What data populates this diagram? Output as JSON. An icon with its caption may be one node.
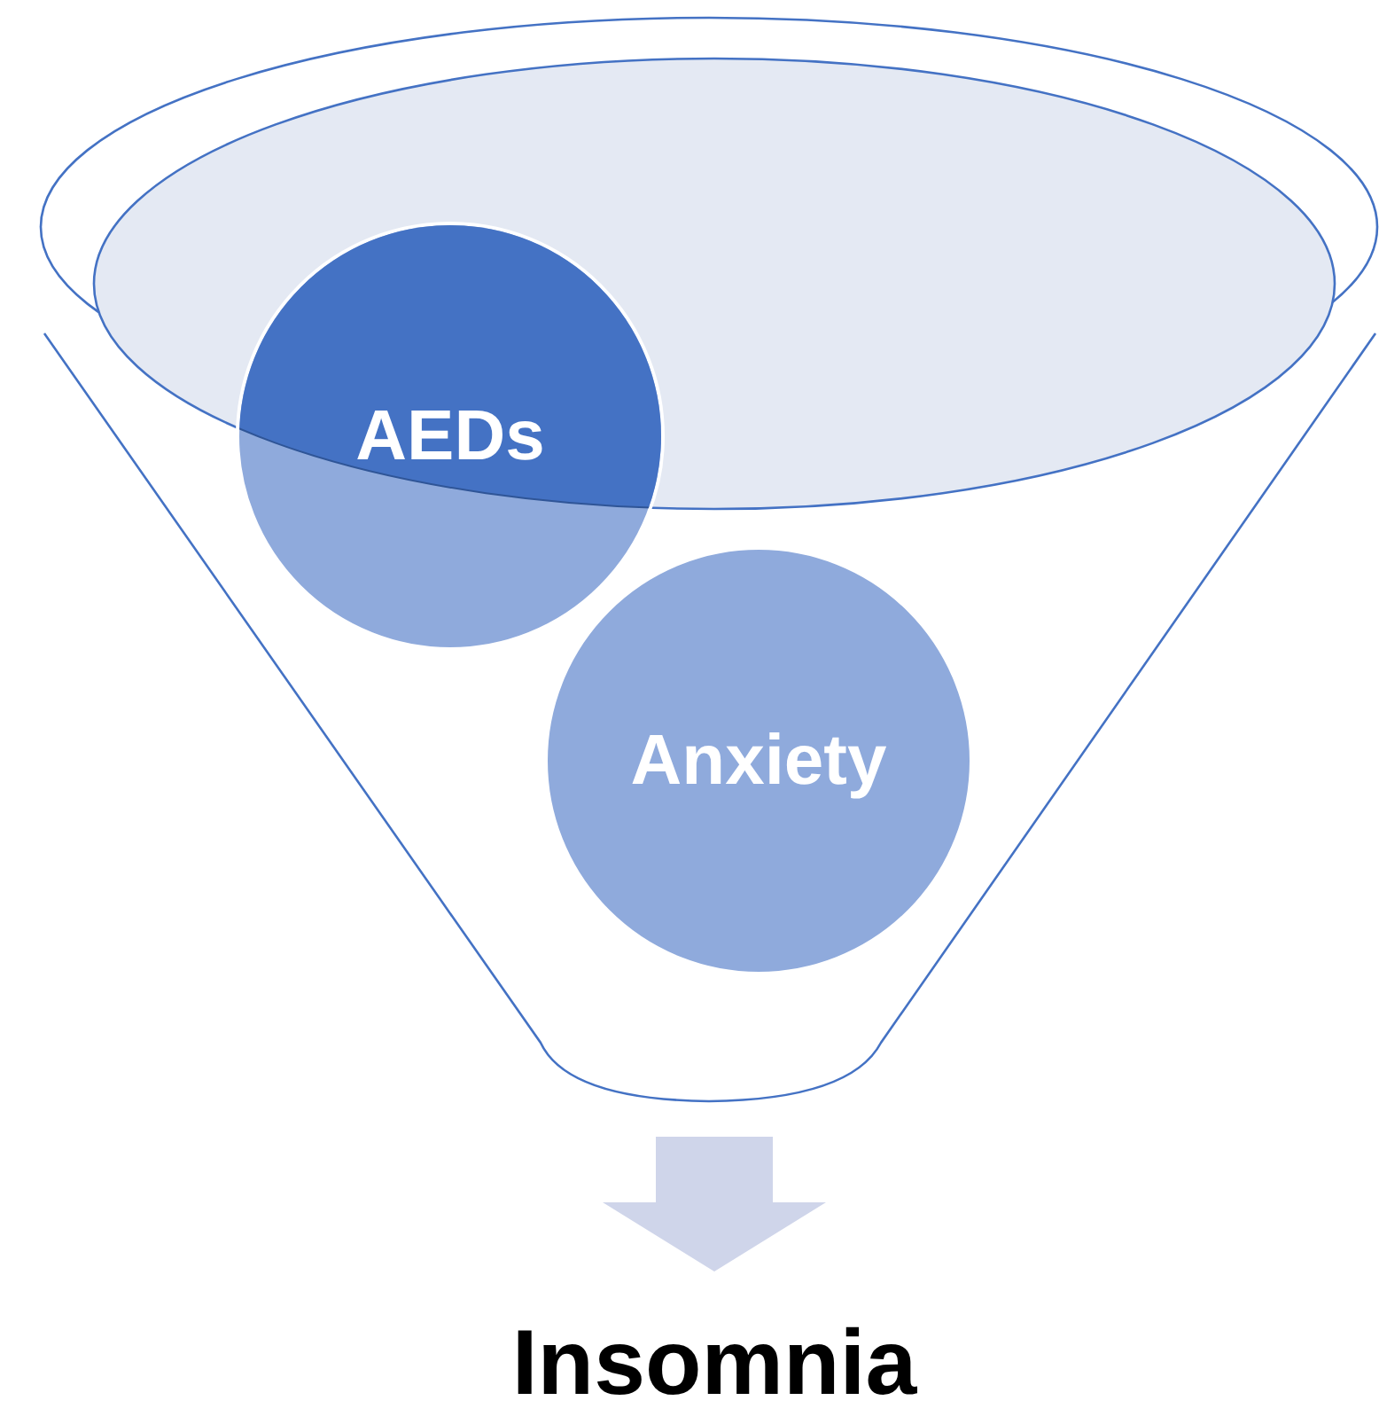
{
  "diagram": {
    "nodes": [
      {
        "text": [],
        "shape": "funnel"
      },
      {
        "text": [
          "AEDs"
        ],
        "in": 0
      },
      {
        "text": [
          "Anxiety"
        ],
        "in": 0
      },
      {
        "text": [
          "Insomnia"
        ]
      }
    ],
    "edges": [
      {
        "from": 0,
        "to": 3,
        "arrow": "to",
        "style": "thick"
      }
    ]
  }
}
